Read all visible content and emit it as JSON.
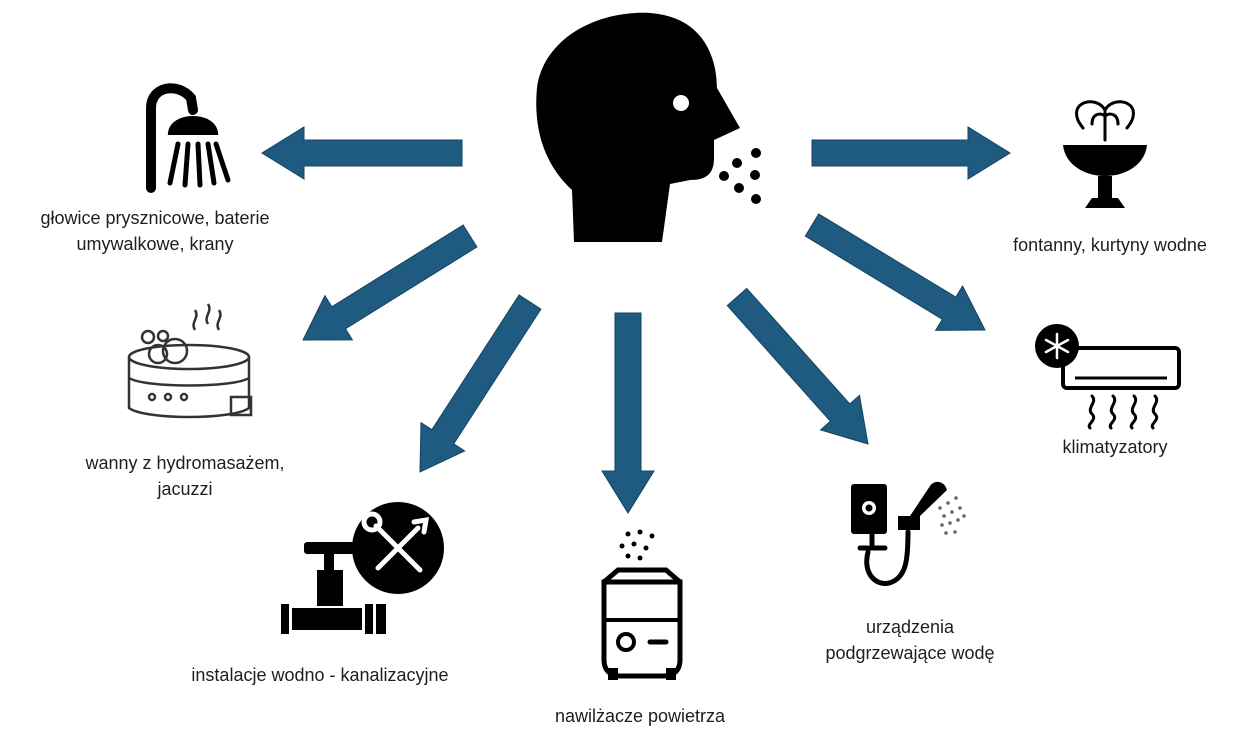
{
  "diagram": {
    "arrow_color": "#1f5a80",
    "sources": [
      {
        "id": "shower",
        "icon": "shower-head-icon",
        "lines": [
          "głowice prysznicowe, baterie",
          "umywalkowe, krany"
        ]
      },
      {
        "id": "fountain",
        "icon": "fountain-icon",
        "lines": [
          "fontanny, kurtyny wodne"
        ]
      },
      {
        "id": "hot-tub",
        "icon": "hot-tub-icon",
        "lines": [
          "wanny z hydromasażem,",
          "jacuzzi"
        ]
      },
      {
        "id": "air-conditioner",
        "icon": "air-conditioner-icon",
        "lines": [
          "klimatyzatory"
        ]
      },
      {
        "id": "plumbing",
        "icon": "pipe-valve-tools-icon",
        "lines": [
          "instalacje wodno - kanalizacyjne"
        ]
      },
      {
        "id": "humidifier",
        "icon": "humidifier-icon",
        "lines": [
          "nawilżacze powietrza"
        ]
      },
      {
        "id": "water-heater",
        "icon": "water-heater-icon",
        "lines": [
          "urządzenia",
          "podgrzewające wodę"
        ]
      }
    ]
  }
}
